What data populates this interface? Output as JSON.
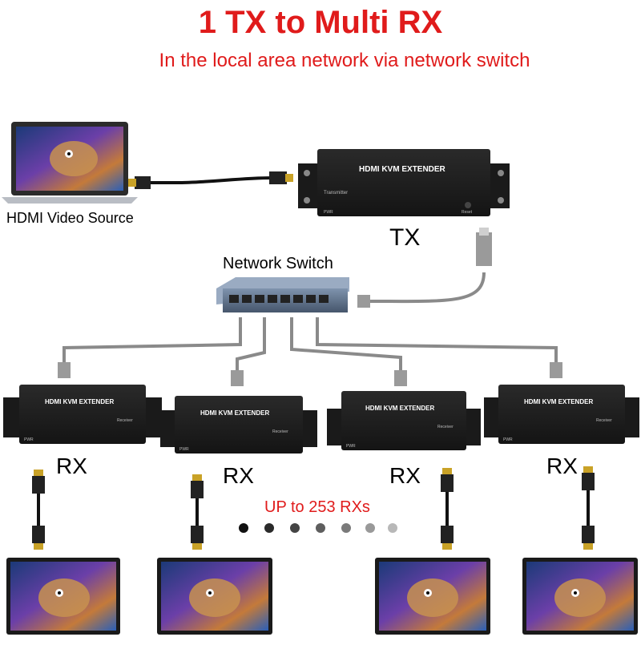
{
  "title": "1 TX to Multi RX",
  "subtitle": "In the local area network via network switch",
  "source_label": "HDMI Video Source",
  "tx_label": "TX",
  "switch_label": "Network Switch",
  "rx_label": "RX",
  "rx_count_label": "UP to 253 RXs",
  "device": {
    "brand": "HDMI",
    "name": "KVM EXTENDER",
    "tx_sub": "Transmitter",
    "rx_sub": "Receiver",
    "pwr": "PWR",
    "reset": "Reset"
  },
  "colors": {
    "accent_red": "#e01b1b",
    "device_body": "#1c1c1c",
    "cable_gray": "#8a8a8a",
    "switch_blue": "#5a6d86"
  }
}
